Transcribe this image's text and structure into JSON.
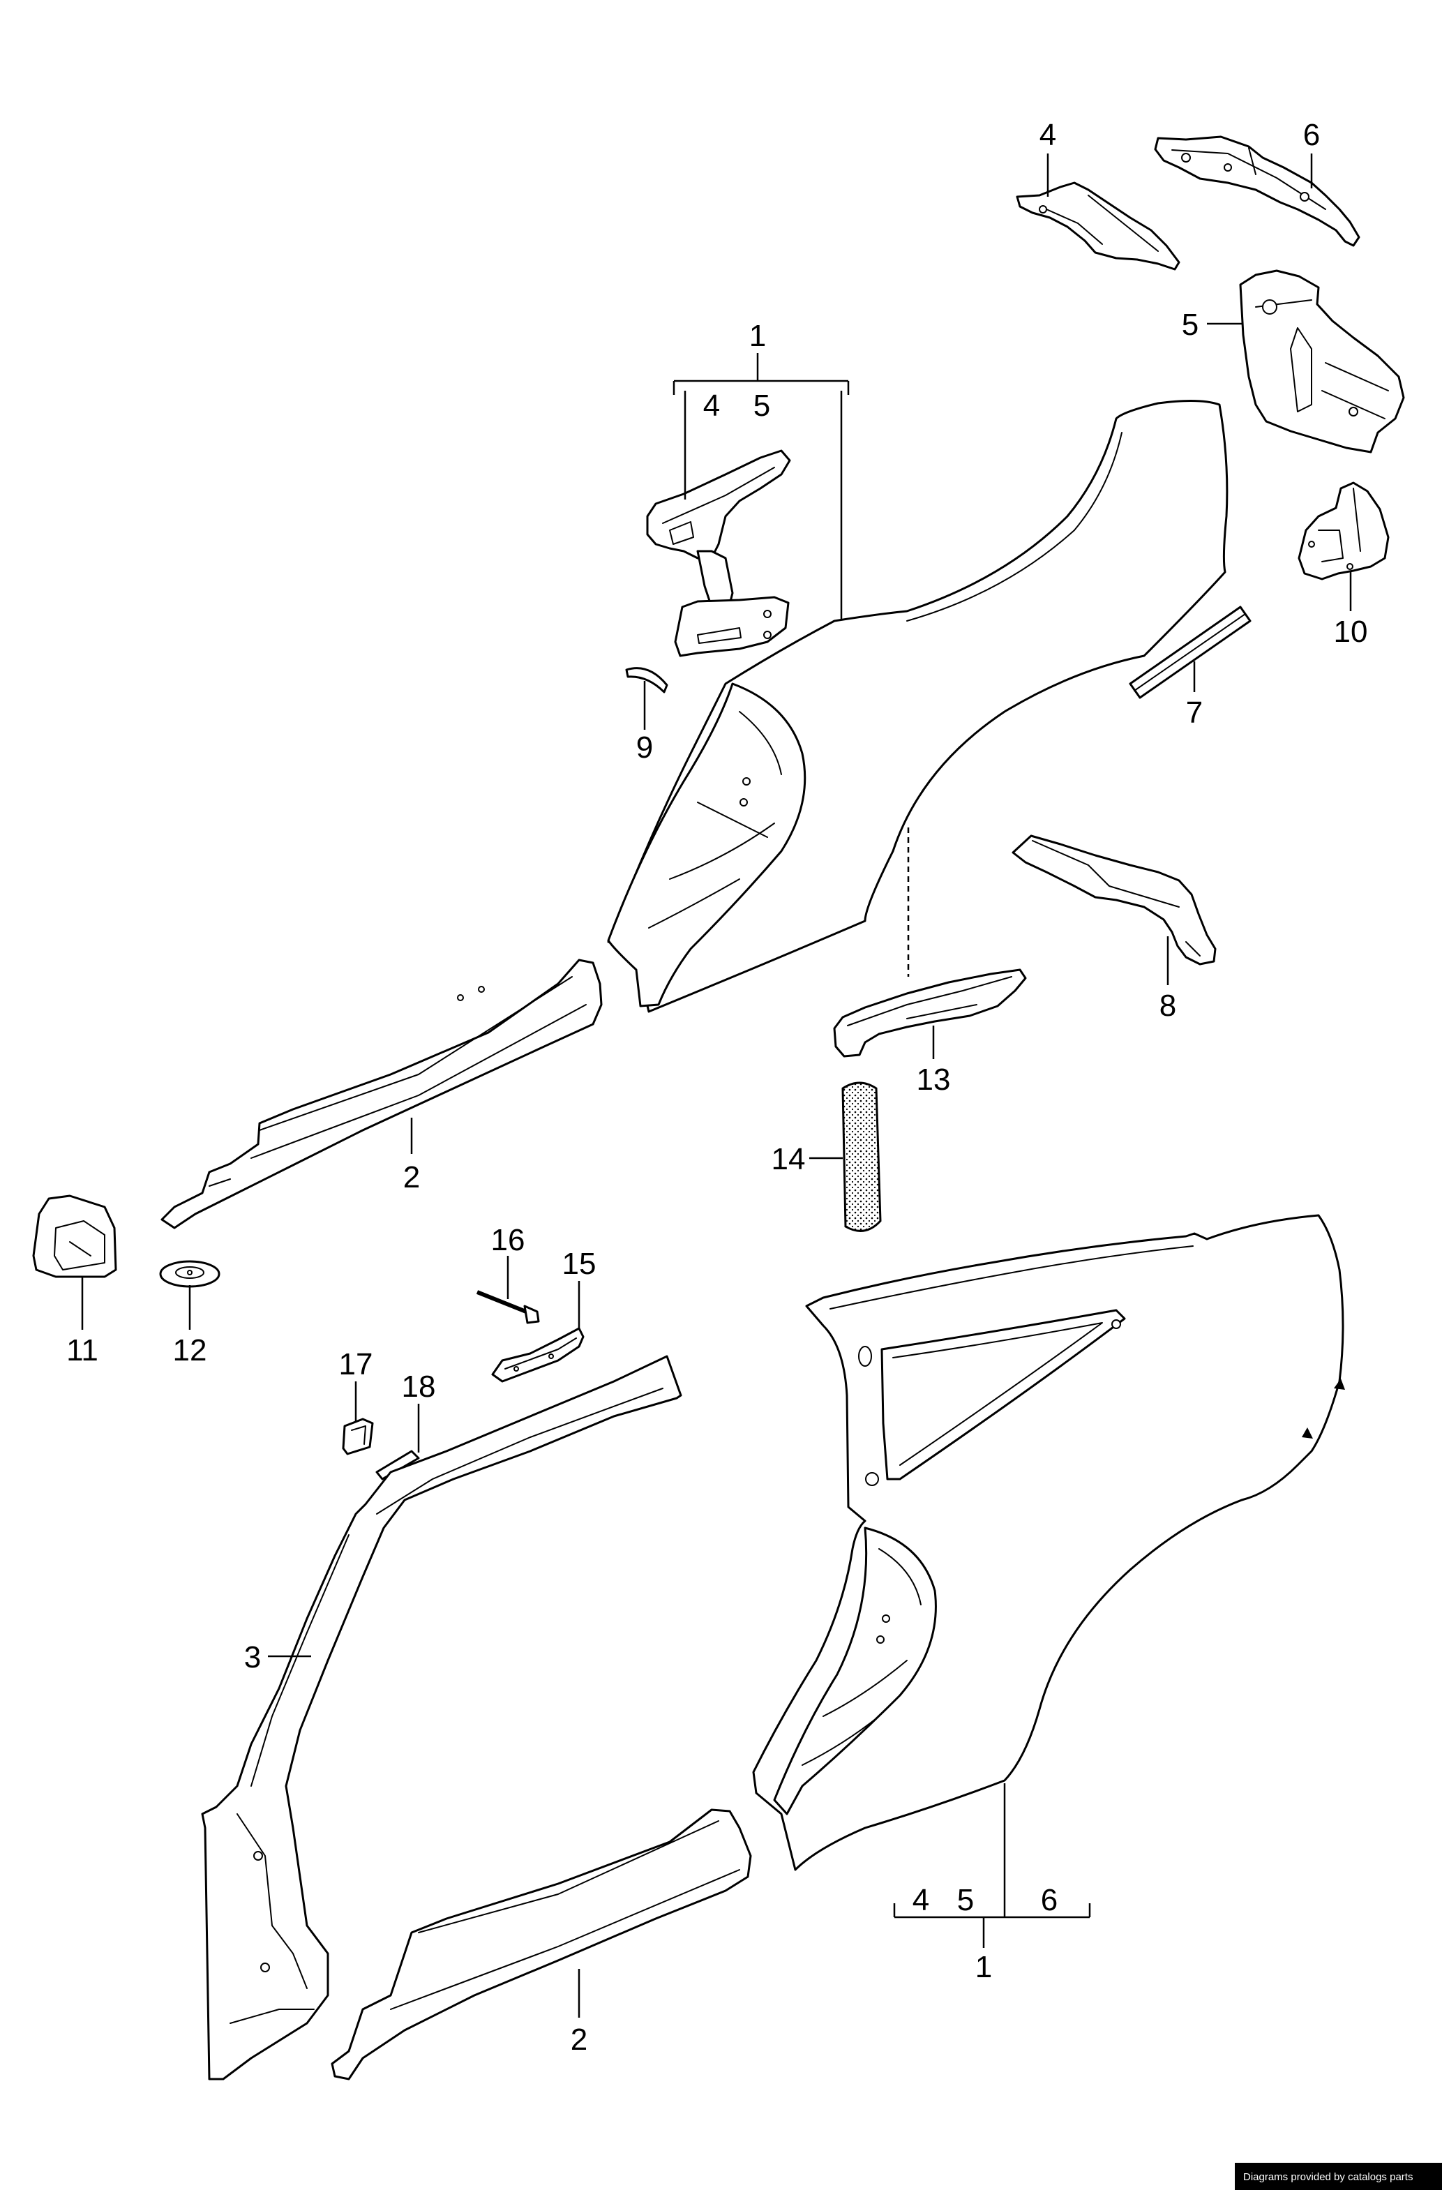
{
  "callouts": [
    "4",
    "6",
    "5",
    "1",
    "4",
    "5",
    "9",
    "10",
    "7",
    "8",
    "13",
    "14",
    "2",
    "11",
    "12",
    "16",
    "15",
    "17",
    "18",
    "3",
    "4",
    "5",
    "6",
    "1",
    "2"
  ],
  "footer": {
    "credit": "Diagrams provided by catalogs parts"
  },
  "colors": {
    "line": "#000000",
    "background": "#ffffff",
    "footer_bg": "#000000",
    "footer_text": "#ffffff"
  }
}
